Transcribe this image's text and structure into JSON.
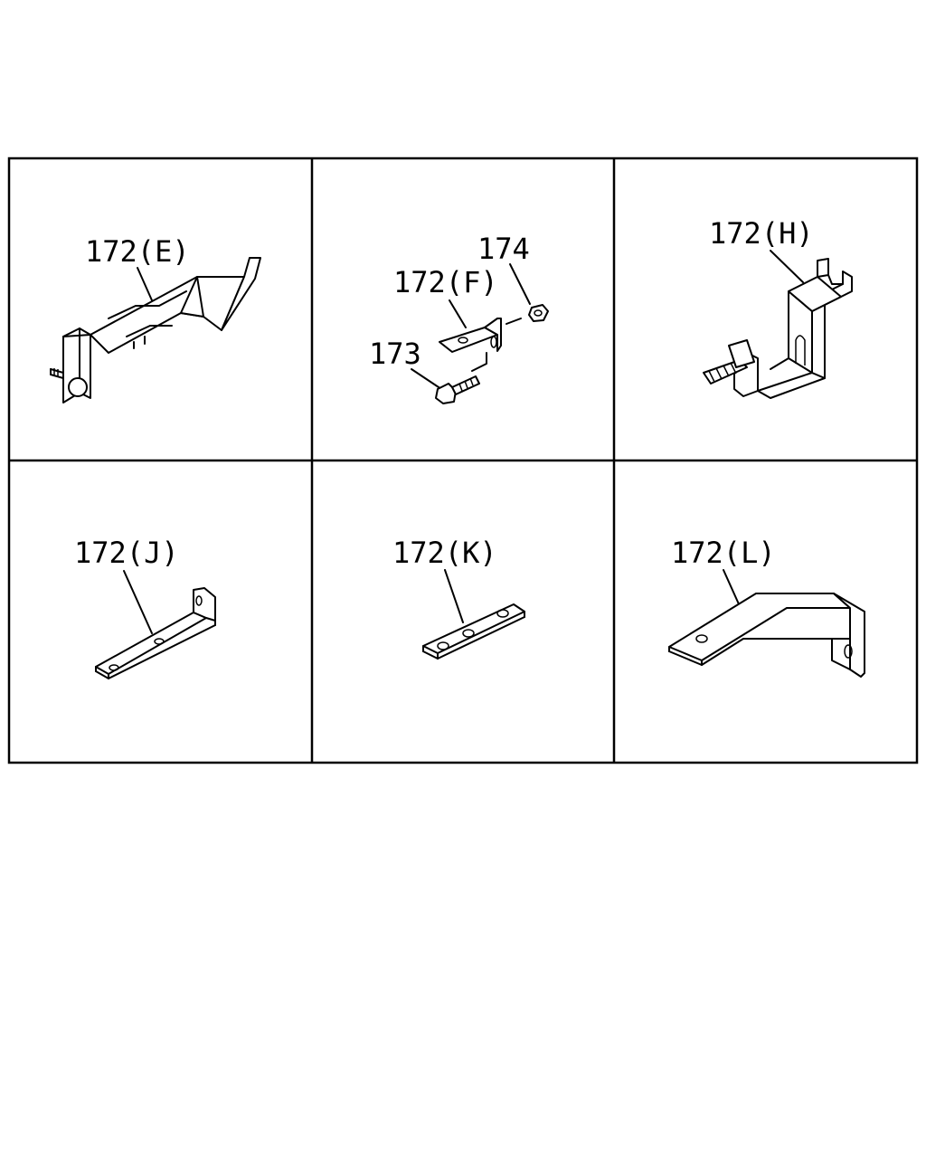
{
  "diagram": {
    "panels": [
      {
        "id": "E",
        "label": "172(E)"
      },
      {
        "id": "F",
        "label": "172(F)",
        "extra_labels": [
          "174",
          "173"
        ]
      },
      {
        "id": "H",
        "label": "172(H)"
      },
      {
        "id": "J",
        "label": "172(J)"
      },
      {
        "id": "K",
        "label": "172(K)"
      },
      {
        "id": "L",
        "label": "172(L)"
      }
    ]
  }
}
